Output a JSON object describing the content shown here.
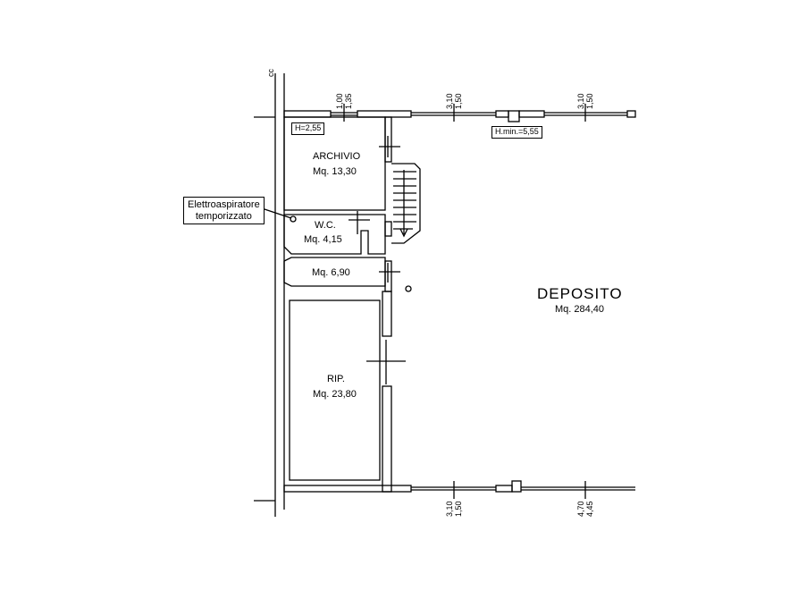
{
  "rooms": {
    "archivio": {
      "name": "ARCHIVIO",
      "area": "Mq. 13,30"
    },
    "wc": {
      "name": "W.C.",
      "area": "Mq. 4,15"
    },
    "small_room": {
      "area": "Mq. 6,90"
    },
    "rip": {
      "name": "RIP.",
      "area": "Mq. 23,80"
    },
    "deposito": {
      "name": "DEPOSITO",
      "area": "Mq. 284,40"
    }
  },
  "heights": {
    "archivio_height": "H=2,55",
    "deposito_min_height": "H.min.=5,55"
  },
  "callout": {
    "line1": "Elettroaspiratore",
    "line2": "temporizzato"
  },
  "window_dims": {
    "top_1_a": "1,00",
    "top_1_b": "1,35",
    "top_2_a": "3,10",
    "top_2_b": "1,50",
    "top_3_a": "3,10",
    "top_3_b": "1,50",
    "bottom_1_a": "3,10",
    "bottom_1_b": "1,50",
    "bottom_2_a": "4,70",
    "bottom_2_b": "4,45"
  },
  "edge_fragment": "cc",
  "colors": {
    "line": "#000000",
    "background": "#ffffff"
  }
}
